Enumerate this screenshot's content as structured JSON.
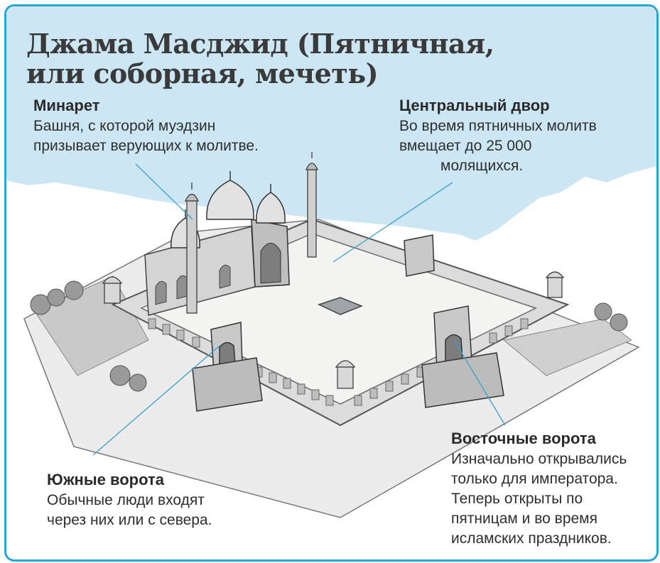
{
  "title": {
    "lines": [
      "Джама Масджид (Пятничная,",
      "или соборная, мечеть)"
    ]
  },
  "callouts": {
    "minaret": {
      "heading": "Минарет",
      "lines": [
        "Башня, с которой муэдзин",
        "призывает верующих к молитве."
      ]
    },
    "central_court": {
      "heading": "Центральный двор",
      "lines": [
        "Во время пятничных молитв",
        "вмещает до 25 000",
        "молящихся."
      ]
    },
    "south_gate": {
      "heading": "Южные ворота",
      "lines": [
        "Обычные люди входят",
        "через них или с севера."
      ]
    },
    "east_gate": {
      "heading": "Восточные ворота",
      "lines": [
        "Изначально открывались",
        "только для императора.",
        "Теперь открыты по",
        "пятницам и во время",
        "исламских праздников."
      ]
    }
  },
  "colors": {
    "frame": "#29a6d8",
    "sky": "#cfe7f5",
    "ground": "#f2f3f4",
    "stone": "#d9d9d9",
    "outline": "#555555",
    "leader": "#3aa0d0"
  }
}
